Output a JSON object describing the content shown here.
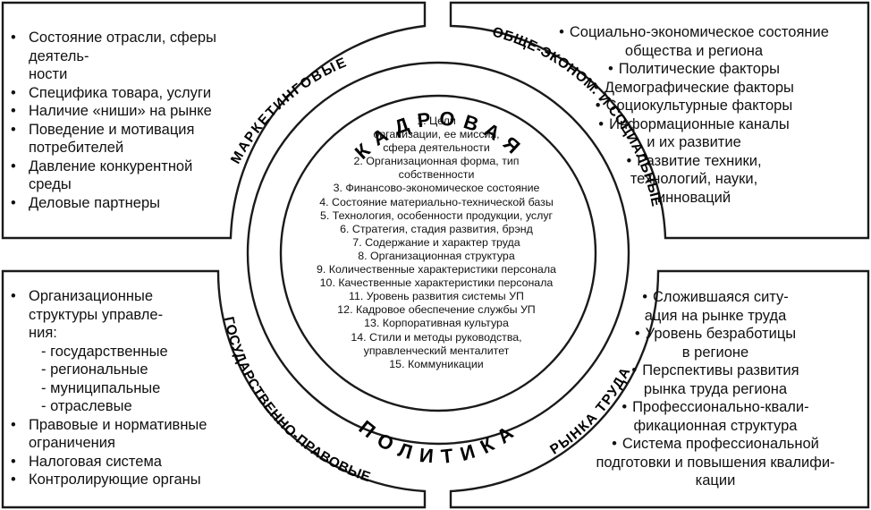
{
  "center_title_top": "КАДРОВАЯ",
  "center_title_bottom": "ПОЛИТИКА",
  "center_items": [
    "1. Цели",
    "организации, ее миссия,",
    "сфера деятельности",
    "2. Организационная форма, тип",
    "собственности",
    "3. Финансово-экономическое состояние",
    "4. Состояние материально-технической базы",
    "5. Технология, особенности продукции, услуг",
    "6. Стратегия, стадия развития, брэнд",
    "7. Содержание и характер труда",
    "8. Организационная структура",
    "9. Количественные характеристики персонала",
    "10. Качественные характеристики персонала",
    "11. Уровень развития системы УП",
    "12. Кадровое обеспечение службы УП",
    "13. Корпоративная культура",
    "14. Стили и методы руководства,",
    "управленческий менталитет",
    "15. Коммуникации"
  ],
  "ring_labels": {
    "marketing": "МАРКЕТИНГОВЫЕ",
    "socio_economic": "ОБЩЕ-ЭКОНОМ. И СОЦИАЛЬНЫЕ",
    "state_legal": "ГОСУДАРСТВЕННО-ПРАВОВЫЕ",
    "labor_market": "РЫНКА ТРУДА"
  },
  "bullet_symbol": "•",
  "top_left": [
    {
      "text": "Состояние отрасли, сферы деятель-",
      "bullet": true,
      "sub": false
    },
    {
      "text": "ности",
      "bullet": false,
      "sub": false
    },
    {
      "text": "Специфика товара, услуги",
      "bullet": true,
      "sub": false
    },
    {
      "text": "Наличие «ниши» на рынке",
      "bullet": true,
      "sub": false
    },
    {
      "text": "Поведение и мотивация",
      "bullet": true,
      "sub": false
    },
    {
      "text": "потребителей",
      "bullet": false,
      "sub": false
    },
    {
      "text": "Давление конкурентной",
      "bullet": true,
      "sub": false
    },
    {
      "text": "среды",
      "bullet": false,
      "sub": false
    },
    {
      "text": "Деловые партнеры",
      "bullet": true,
      "sub": false
    }
  ],
  "top_right": [
    {
      "text": "Социально-экономическое состояние",
      "bullet": true
    },
    {
      "text": "общества и региона",
      "bullet": false
    },
    {
      "text": "Политические факторы",
      "bullet": true
    },
    {
      "text": "Демографические факторы",
      "bullet": true
    },
    {
      "text": "Социокультурные факторы",
      "bullet": true
    },
    {
      "text": "Информационные каналы",
      "bullet": true
    },
    {
      "text": "и их развитие",
      "bullet": false
    },
    {
      "text": "Развитие техники,",
      "bullet": true
    },
    {
      "text": "технологий, науки,",
      "bullet": false
    },
    {
      "text": "инноваций",
      "bullet": false
    }
  ],
  "bottom_left": [
    {
      "text": "Организационные",
      "bullet": true,
      "sub": false
    },
    {
      "text": "структуры управле-",
      "bullet": false,
      "sub": false
    },
    {
      "text": "ния:",
      "bullet": false,
      "sub": false
    },
    {
      "text": "- государственные",
      "bullet": false,
      "sub": true
    },
    {
      "text": "- региональные",
      "bullet": false,
      "sub": true
    },
    {
      "text": "- муниципальные",
      "bullet": false,
      "sub": true
    },
    {
      "text": "- отраслевые",
      "bullet": false,
      "sub": true
    },
    {
      "text": "Правовые и нормативные",
      "bullet": true,
      "sub": false
    },
    {
      "text": "ограничения",
      "bullet": false,
      "sub": false
    },
    {
      "text": "Налоговая система",
      "bullet": true,
      "sub": false
    },
    {
      "text": "Контролирующие органы",
      "bullet": true,
      "sub": false
    }
  ],
  "bottom_right": [
    {
      "text": "Сложившаяся ситу-",
      "bullet": true
    },
    {
      "text": "ация на рынке труда",
      "bullet": false
    },
    {
      "text": "Уровень безработицы",
      "bullet": true
    },
    {
      "text": "в регионе",
      "bullet": false
    },
    {
      "text": "Перспективы развития",
      "bullet": true
    },
    {
      "text": "рынка труда региона",
      "bullet": false
    },
    {
      "text": "Профессионально-квали-",
      "bullet": true
    },
    {
      "text": "фикационная структура",
      "bullet": false
    },
    {
      "text": "Система профессиональной",
      "bullet": true
    },
    {
      "text": "подготовки и повышения квалифи-",
      "bullet": false
    },
    {
      "text": "кации",
      "bullet": false
    }
  ]
}
